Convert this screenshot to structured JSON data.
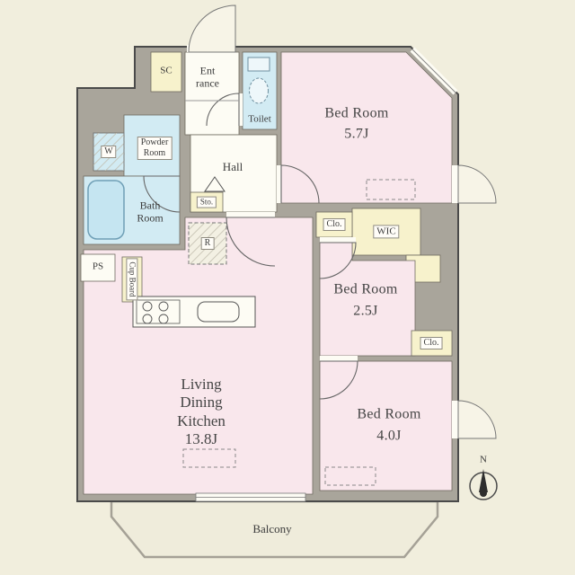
{
  "floorplan": {
    "rooms": {
      "bedroom_1": {
        "name": "Bed Room",
        "size": "5.7J"
      },
      "bedroom_2": {
        "name": "Bed Room",
        "size": "2.5J"
      },
      "bedroom_3": {
        "name": "Bed Room",
        "size": "4.0J"
      },
      "ldk": {
        "name_line1": "Living",
        "name_line2": "Dining",
        "name_line3": "Kitchen",
        "size": "13.8J"
      },
      "hall": {
        "name": "Hall"
      },
      "toilet": {
        "name": "Toilet"
      },
      "powder_room": {
        "name_line1": "Powder",
        "name_line2": "Room"
      },
      "bath_room": {
        "name_line1": "Bath",
        "name_line2": "Room"
      },
      "entrance": {
        "name_line1": "Ent",
        "name_line2": "rance"
      },
      "balcony": {
        "name": "Balcony"
      }
    },
    "storage": {
      "shoe_closet": "SC",
      "walk_in_closet": "WIC",
      "closet_bedroom_2": "Clo.",
      "closet_bedroom_3": "Clo.",
      "hall_storage": "Sto.",
      "cup_board": "Cup Board",
      "pipe_space": "PS"
    },
    "fixtures": {
      "washing_machine": "W",
      "refrigerator": "R"
    },
    "compass": {
      "north": "N"
    },
    "palette": {
      "background": "#f1eedd",
      "wall_gray": "#a9a59b",
      "room_pink": "#f9e7ec",
      "wet_area_blue": "#d2ebf3",
      "storage_yellow": "#f7f2cc",
      "line_dark": "#4a4a4a"
    }
  }
}
